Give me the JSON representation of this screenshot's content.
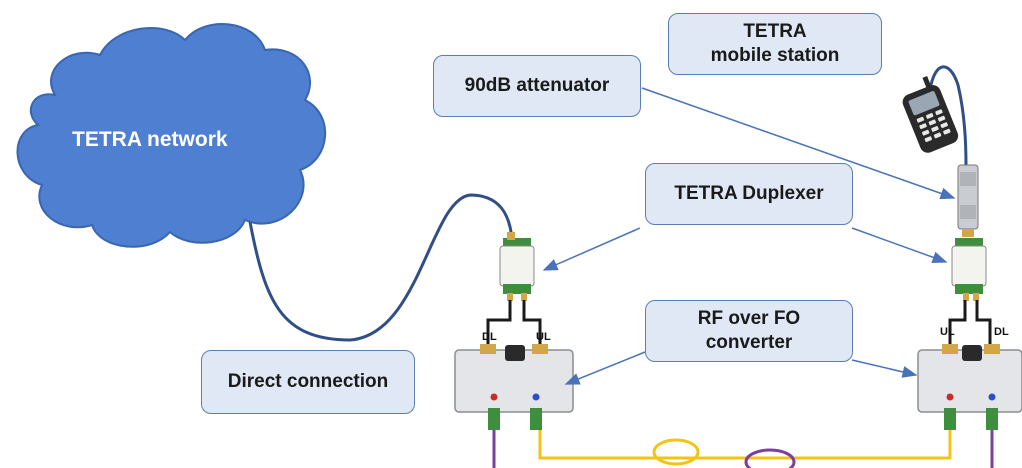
{
  "labels": {
    "cloud": "TETRA network",
    "attenuator": "90dB attenuator",
    "mobile_line1": "TETRA",
    "mobile_line2": "mobile station",
    "duplexer": "TETRA Duplexer",
    "converter_line1": "RF over FO",
    "converter_line2": "converter",
    "direct": "Direct connection"
  },
  "ports": {
    "dl": "DL",
    "ul": "UL"
  },
  "colors": {
    "cloud_fill": "#4f7fd0",
    "cloud_stroke": "#3a66b0",
    "coax_cable": "#2f4f86",
    "fiber_yellow": "#f2c418",
    "fiber_purple": "#7b3fa0",
    "box_fill": "#dfe8f4",
    "box_stroke": "#5b7fb3",
    "arrow": "#4a72b8"
  },
  "icons": {
    "handset": "mobile-phone-icon",
    "duplexer": "duplexer-module-icon",
    "converter": "fiber-transceiver-icon",
    "attenuator": "attenuator-icon"
  }
}
